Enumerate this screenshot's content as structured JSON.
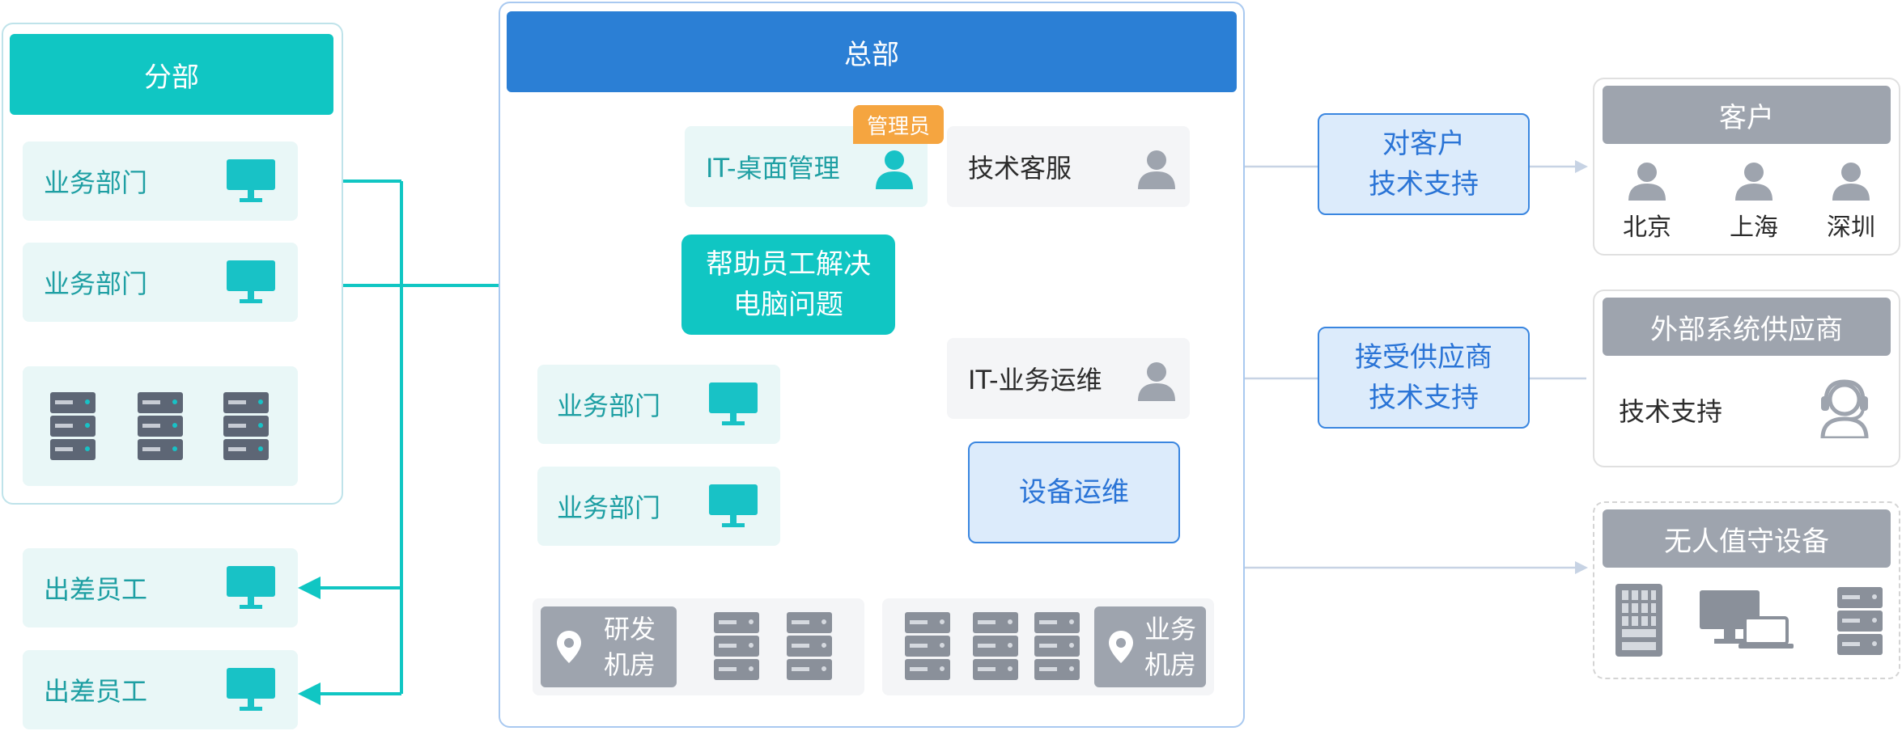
{
  "branch": {
    "title": "分部",
    "dept_label_1": "业务部门",
    "dept_label_2": "业务部门",
    "trip_label_1": "出差员工",
    "trip_label_2": "出差员工"
  },
  "hq": {
    "title": "总部",
    "it_desktop": "IT-桌面管理",
    "admin_badge": "管理员",
    "tech_service": "技术客服",
    "help_callout": "帮助员工解决\n电脑问题",
    "dept_label_1": "业务部门",
    "dept_label_2": "业务部门",
    "it_ops": "IT-业务运维",
    "device_ops": "设备运维",
    "rd_room": "研发\n机房",
    "biz_room": "业务\n机房"
  },
  "callouts": {
    "customer_support": "对客户\n技术支持",
    "vendor_support": "接受供应商\n技术支持"
  },
  "customers": {
    "title": "客户",
    "cities": [
      "北京",
      "上海",
      "深圳"
    ]
  },
  "vendors": {
    "title": "外部系统供应商",
    "support": "技术支持"
  },
  "unattended": {
    "title": "无人值守设备"
  },
  "colors": {
    "teal": "#10c6c3",
    "hq_blue": "#2b7fd5",
    "gray_header": "#9ea4ae",
    "callout_border": "#3a86e0"
  }
}
